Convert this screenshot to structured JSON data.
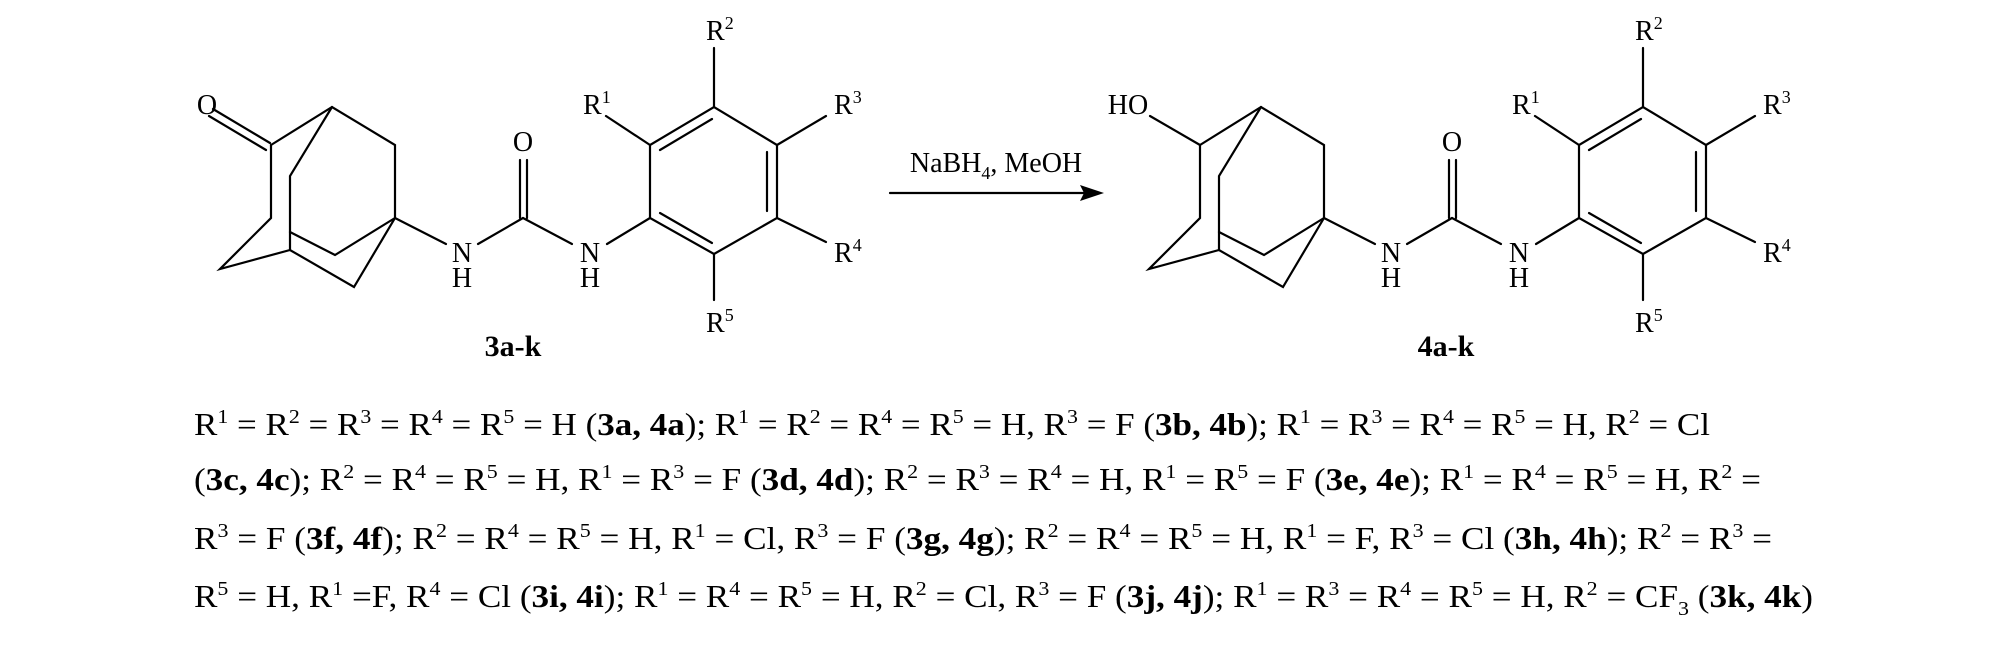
{
  "reagents": {
    "main": "NaBH",
    "sub": "4",
    "rest": ", MeOH"
  },
  "reactant": {
    "label": "3a-k",
    "ketone_o": "O",
    "urea_o": "O",
    "nh1": [
      "N",
      "H"
    ],
    "nh2": [
      "N",
      "H"
    ],
    "substituents": [
      [
        "R",
        "1"
      ],
      [
        "R",
        "2"
      ],
      [
        "R",
        "3"
      ],
      [
        "R",
        "4"
      ],
      [
        "R",
        "5"
      ]
    ]
  },
  "product": {
    "label": "4a-k",
    "hydroxyl": "HO",
    "urea_o": "O",
    "nh1": [
      "N",
      "H"
    ],
    "nh2": [
      "N",
      "H"
    ],
    "substituents": [
      [
        "R",
        "1"
      ],
      [
        "R",
        "2"
      ],
      [
        "R",
        "3"
      ],
      [
        "R",
        "4"
      ],
      [
        "R",
        "5"
      ]
    ]
  },
  "caption_lines": [
    [
      [
        "R",
        ""
      ],
      [
        "1",
        "sup"
      ],
      [
        " = R",
        ""
      ],
      [
        "2",
        "sup"
      ],
      [
        " = R",
        ""
      ],
      [
        "3",
        "sup"
      ],
      [
        " = R",
        ""
      ],
      [
        "4",
        "sup"
      ],
      [
        " = R",
        ""
      ],
      [
        "5",
        "sup"
      ],
      [
        " = H (",
        ""
      ],
      [
        "3a, 4a",
        "b"
      ],
      [
        "); R",
        ""
      ],
      [
        "1",
        "sup"
      ],
      [
        " = R",
        ""
      ],
      [
        "2",
        "sup"
      ],
      [
        " = R",
        ""
      ],
      [
        "4",
        "sup"
      ],
      [
        " = R",
        ""
      ],
      [
        "5",
        "sup"
      ],
      [
        " = H, R",
        ""
      ],
      [
        "3",
        "sup"
      ],
      [
        " = F (",
        ""
      ],
      [
        "3b, 4b",
        "b"
      ],
      [
        "); R",
        ""
      ],
      [
        "1",
        "sup"
      ],
      [
        " = R",
        ""
      ],
      [
        "3",
        "sup"
      ],
      [
        " = R",
        ""
      ],
      [
        "4",
        "sup"
      ],
      [
        " = R",
        ""
      ],
      [
        "5",
        "sup"
      ],
      [
        " = H, R",
        ""
      ],
      [
        "2",
        "sup"
      ],
      [
        " = Cl",
        ""
      ]
    ],
    [
      [
        "(",
        ""
      ],
      [
        "3c, 4c",
        "b"
      ],
      [
        "); R",
        ""
      ],
      [
        "2",
        "sup"
      ],
      [
        " = R",
        ""
      ],
      [
        "4",
        "sup"
      ],
      [
        " = R",
        ""
      ],
      [
        "5",
        "sup"
      ],
      [
        " = H, R",
        ""
      ],
      [
        "1",
        "sup"
      ],
      [
        " = R",
        ""
      ],
      [
        "3",
        "sup"
      ],
      [
        " = F (",
        ""
      ],
      [
        "3d, 4d",
        "b"
      ],
      [
        "); R",
        ""
      ],
      [
        "2",
        "sup"
      ],
      [
        " = R",
        ""
      ],
      [
        "3",
        "sup"
      ],
      [
        " = R",
        ""
      ],
      [
        "4",
        "sup"
      ],
      [
        " = H, R",
        ""
      ],
      [
        "1",
        "sup"
      ],
      [
        " = R",
        ""
      ],
      [
        "5",
        "sup"
      ],
      [
        " = F (",
        ""
      ],
      [
        "3e, 4e",
        "b"
      ],
      [
        "); R",
        ""
      ],
      [
        "1",
        "sup"
      ],
      [
        " = R",
        ""
      ],
      [
        "4",
        "sup"
      ],
      [
        " = R",
        ""
      ],
      [
        "5",
        "sup"
      ],
      [
        " = H, R",
        ""
      ],
      [
        "2",
        "sup"
      ],
      [
        " =",
        ""
      ]
    ],
    [
      [
        "R",
        ""
      ],
      [
        "3",
        "sup"
      ],
      [
        " = F (",
        ""
      ],
      [
        "3f, 4f",
        "b"
      ],
      [
        "); R",
        ""
      ],
      [
        "2",
        "sup"
      ],
      [
        " = R",
        ""
      ],
      [
        "4",
        "sup"
      ],
      [
        " = R",
        ""
      ],
      [
        "5",
        "sup"
      ],
      [
        " = H, R",
        ""
      ],
      [
        "1",
        "sup"
      ],
      [
        " = Cl, R",
        ""
      ],
      [
        "3",
        "sup"
      ],
      [
        " = F (",
        ""
      ],
      [
        "3g, 4g",
        "b"
      ],
      [
        "); R",
        ""
      ],
      [
        "2",
        "sup"
      ],
      [
        " = R",
        ""
      ],
      [
        "4",
        "sup"
      ],
      [
        " = R",
        ""
      ],
      [
        "5",
        "sup"
      ],
      [
        " = H, R",
        ""
      ],
      [
        "1",
        "sup"
      ],
      [
        " = F, R",
        ""
      ],
      [
        "3",
        "sup"
      ],
      [
        " = Cl (",
        ""
      ],
      [
        "3h, 4h",
        "b"
      ],
      [
        "); R",
        ""
      ],
      [
        "2",
        "sup"
      ],
      [
        " = R",
        ""
      ],
      [
        "3",
        "sup"
      ],
      [
        " =",
        ""
      ]
    ],
    [
      [
        "R",
        ""
      ],
      [
        "5",
        "sup"
      ],
      [
        " = H, R",
        ""
      ],
      [
        "1",
        "sup"
      ],
      [
        " =F, R",
        ""
      ],
      [
        "4",
        "sup"
      ],
      [
        " = Cl (",
        ""
      ],
      [
        "3i, 4i",
        "b"
      ],
      [
        "); R",
        ""
      ],
      [
        "1",
        "sup"
      ],
      [
        " = R",
        ""
      ],
      [
        "4",
        "sup"
      ],
      [
        " = R",
        ""
      ],
      [
        "5",
        "sup"
      ],
      [
        " = H, R",
        ""
      ],
      [
        "2",
        "sup"
      ],
      [
        " = Cl, R",
        ""
      ],
      [
        "3",
        "sup"
      ],
      [
        " = F (",
        ""
      ],
      [
        "3j, 4j",
        "b"
      ],
      [
        "); R",
        ""
      ],
      [
        "1",
        "sup"
      ],
      [
        " = R",
        ""
      ],
      [
        "3",
        "sup"
      ],
      [
        " = R",
        ""
      ],
      [
        "4",
        "sup"
      ],
      [
        " = R",
        ""
      ],
      [
        "5",
        "sup"
      ],
      [
        " = H, R",
        ""
      ],
      [
        "2",
        "sup"
      ],
      [
        " = CF",
        ""
      ],
      [
        "3",
        "sub"
      ],
      [
        " (",
        ""
      ],
      [
        "3k, 4k",
        "b"
      ],
      [
        ")",
        ""
      ]
    ]
  ]
}
